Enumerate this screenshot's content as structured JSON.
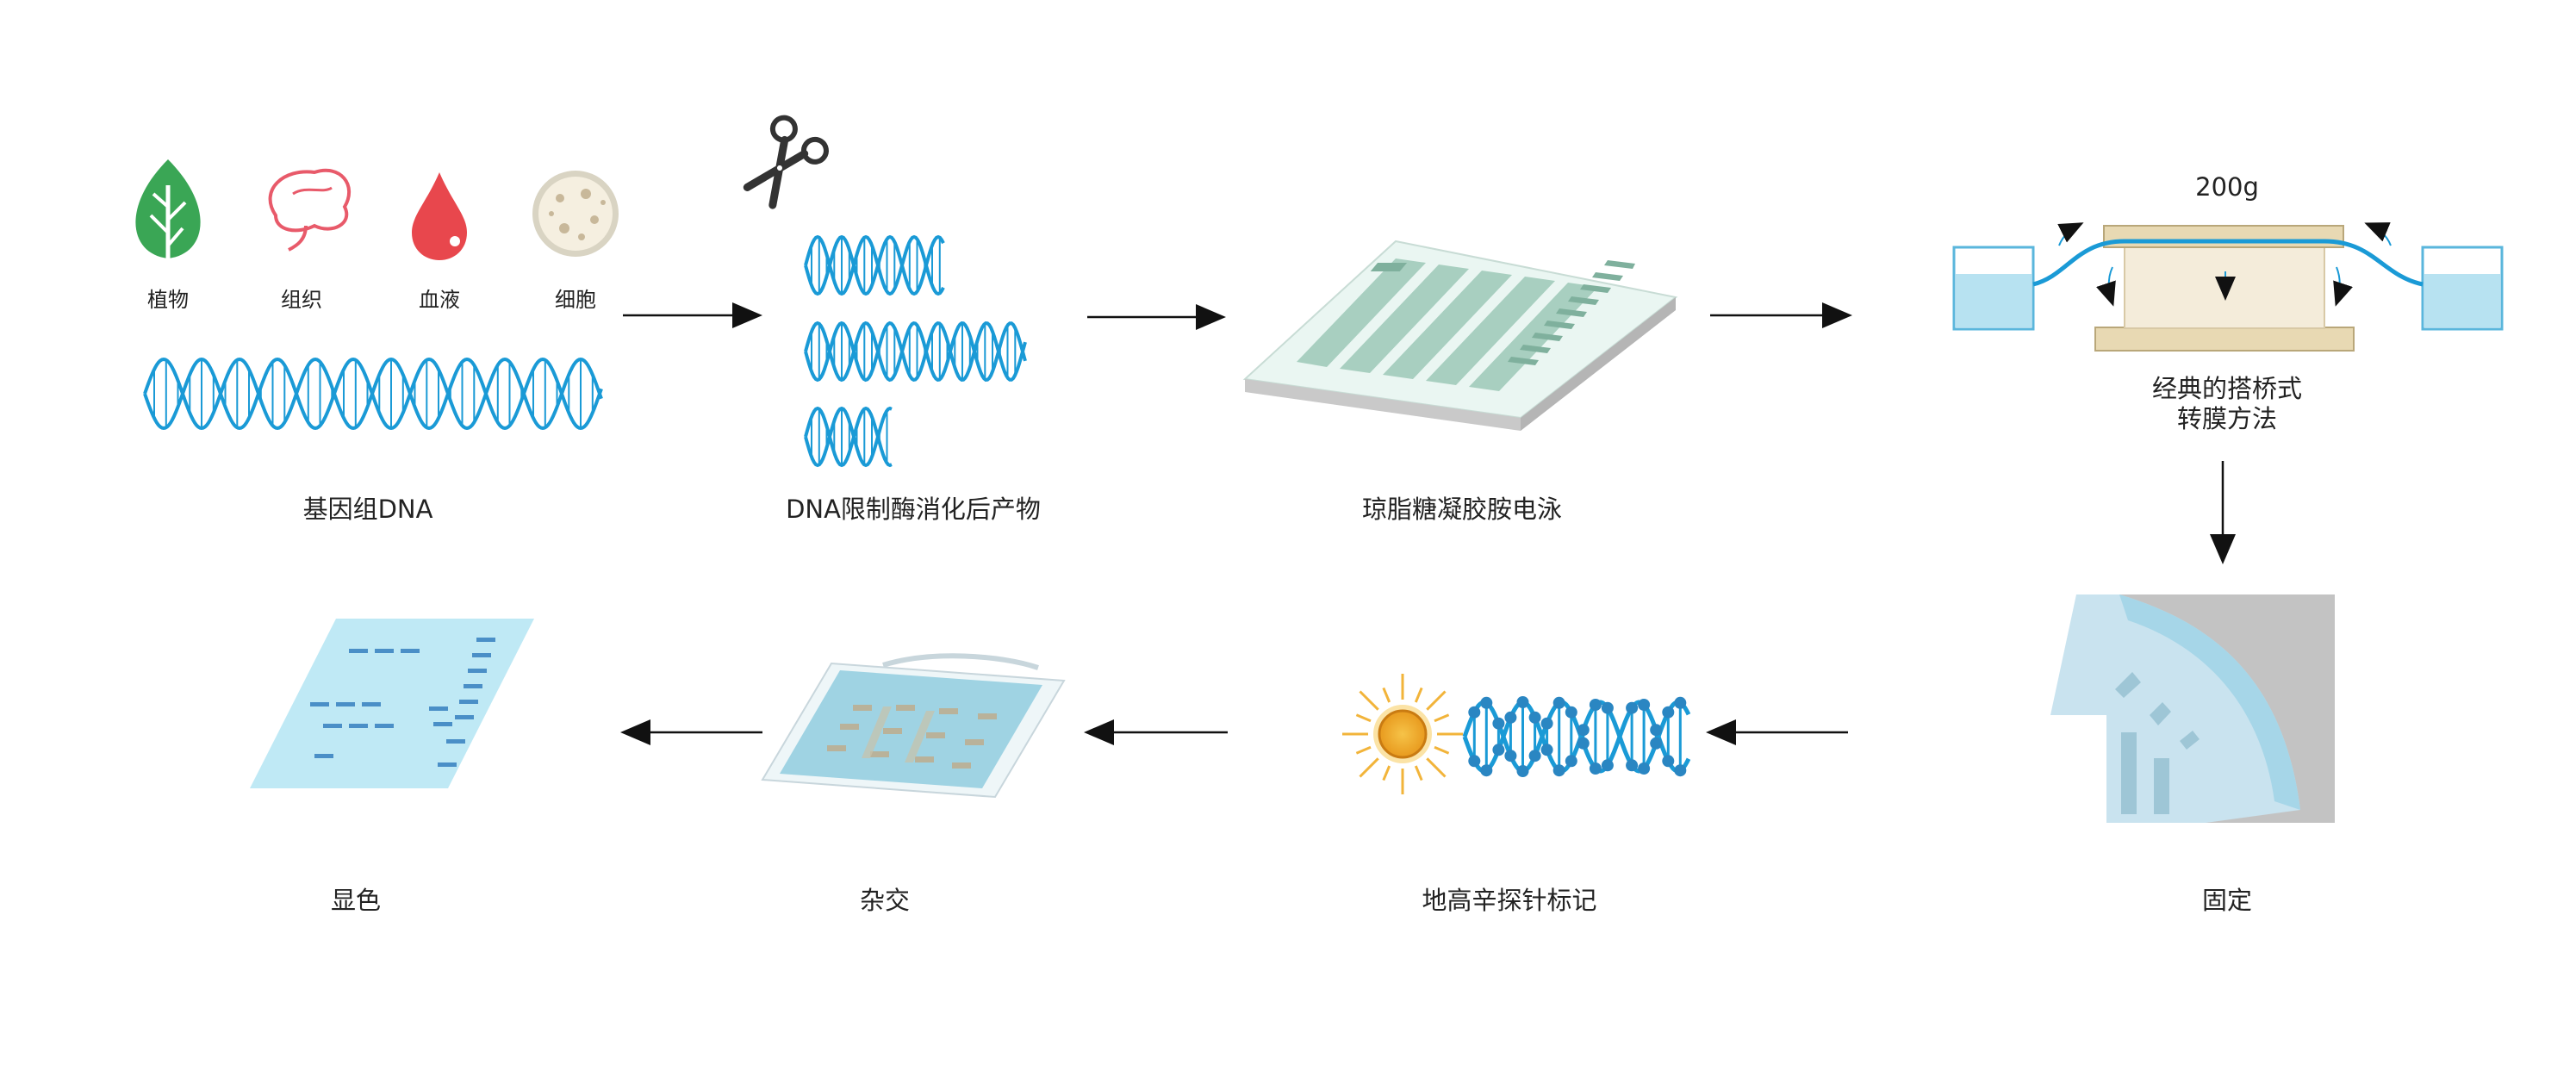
{
  "sources": {
    "plant": "植物",
    "tissue": "组织",
    "blood": "血液",
    "cell": "细胞"
  },
  "steps": {
    "genomic_dna": "基因组DNA",
    "digest_products": "DNA限制酶消化后产物",
    "electrophoresis": "琼脂糖凝胶胺电泳",
    "transfer_weight": "200g",
    "transfer_line1": "经典的搭桥式",
    "transfer_line2": "转膜方法",
    "fixation": "固定",
    "probe_label": "地高辛探针标记",
    "hybridization": "杂交",
    "develop": "显色"
  },
  "colors": {
    "dna": "#1a9ad6",
    "gel": "#a8cfc0",
    "membrane": "#bfe9f5",
    "sun": "#f2b43a",
    "blood": "#e8474d",
    "leaf": "#3aa655",
    "arrow": "#111111"
  }
}
